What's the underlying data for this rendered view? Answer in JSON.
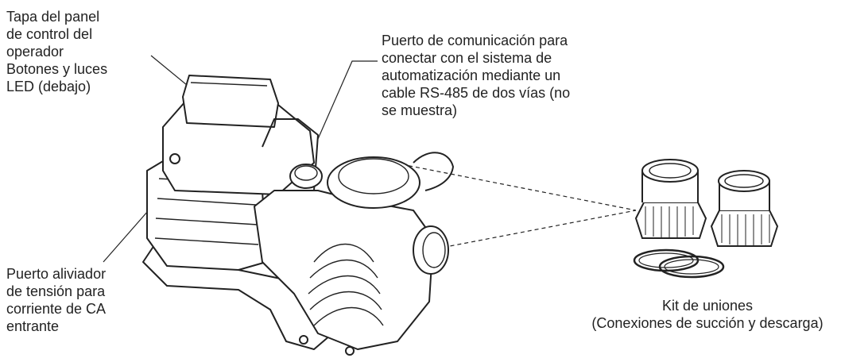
{
  "labels": {
    "control_panel_cover": "Tapa del panel\nde control del\noperador\nBotones y luces\nLED (debajo)",
    "communication_port": "Puerto de comunicación para\nconectar con el sistema de\nautomatización mediante un\ncable RS-485 de dos vías (no\nse muestra)",
    "strain_relief_port": "Puerto aliviador\nde tensión para\ncorriente de CA\nentrante",
    "union_kit": "Kit de uniones\n(Conexiones de succión y descarga)"
  }
}
